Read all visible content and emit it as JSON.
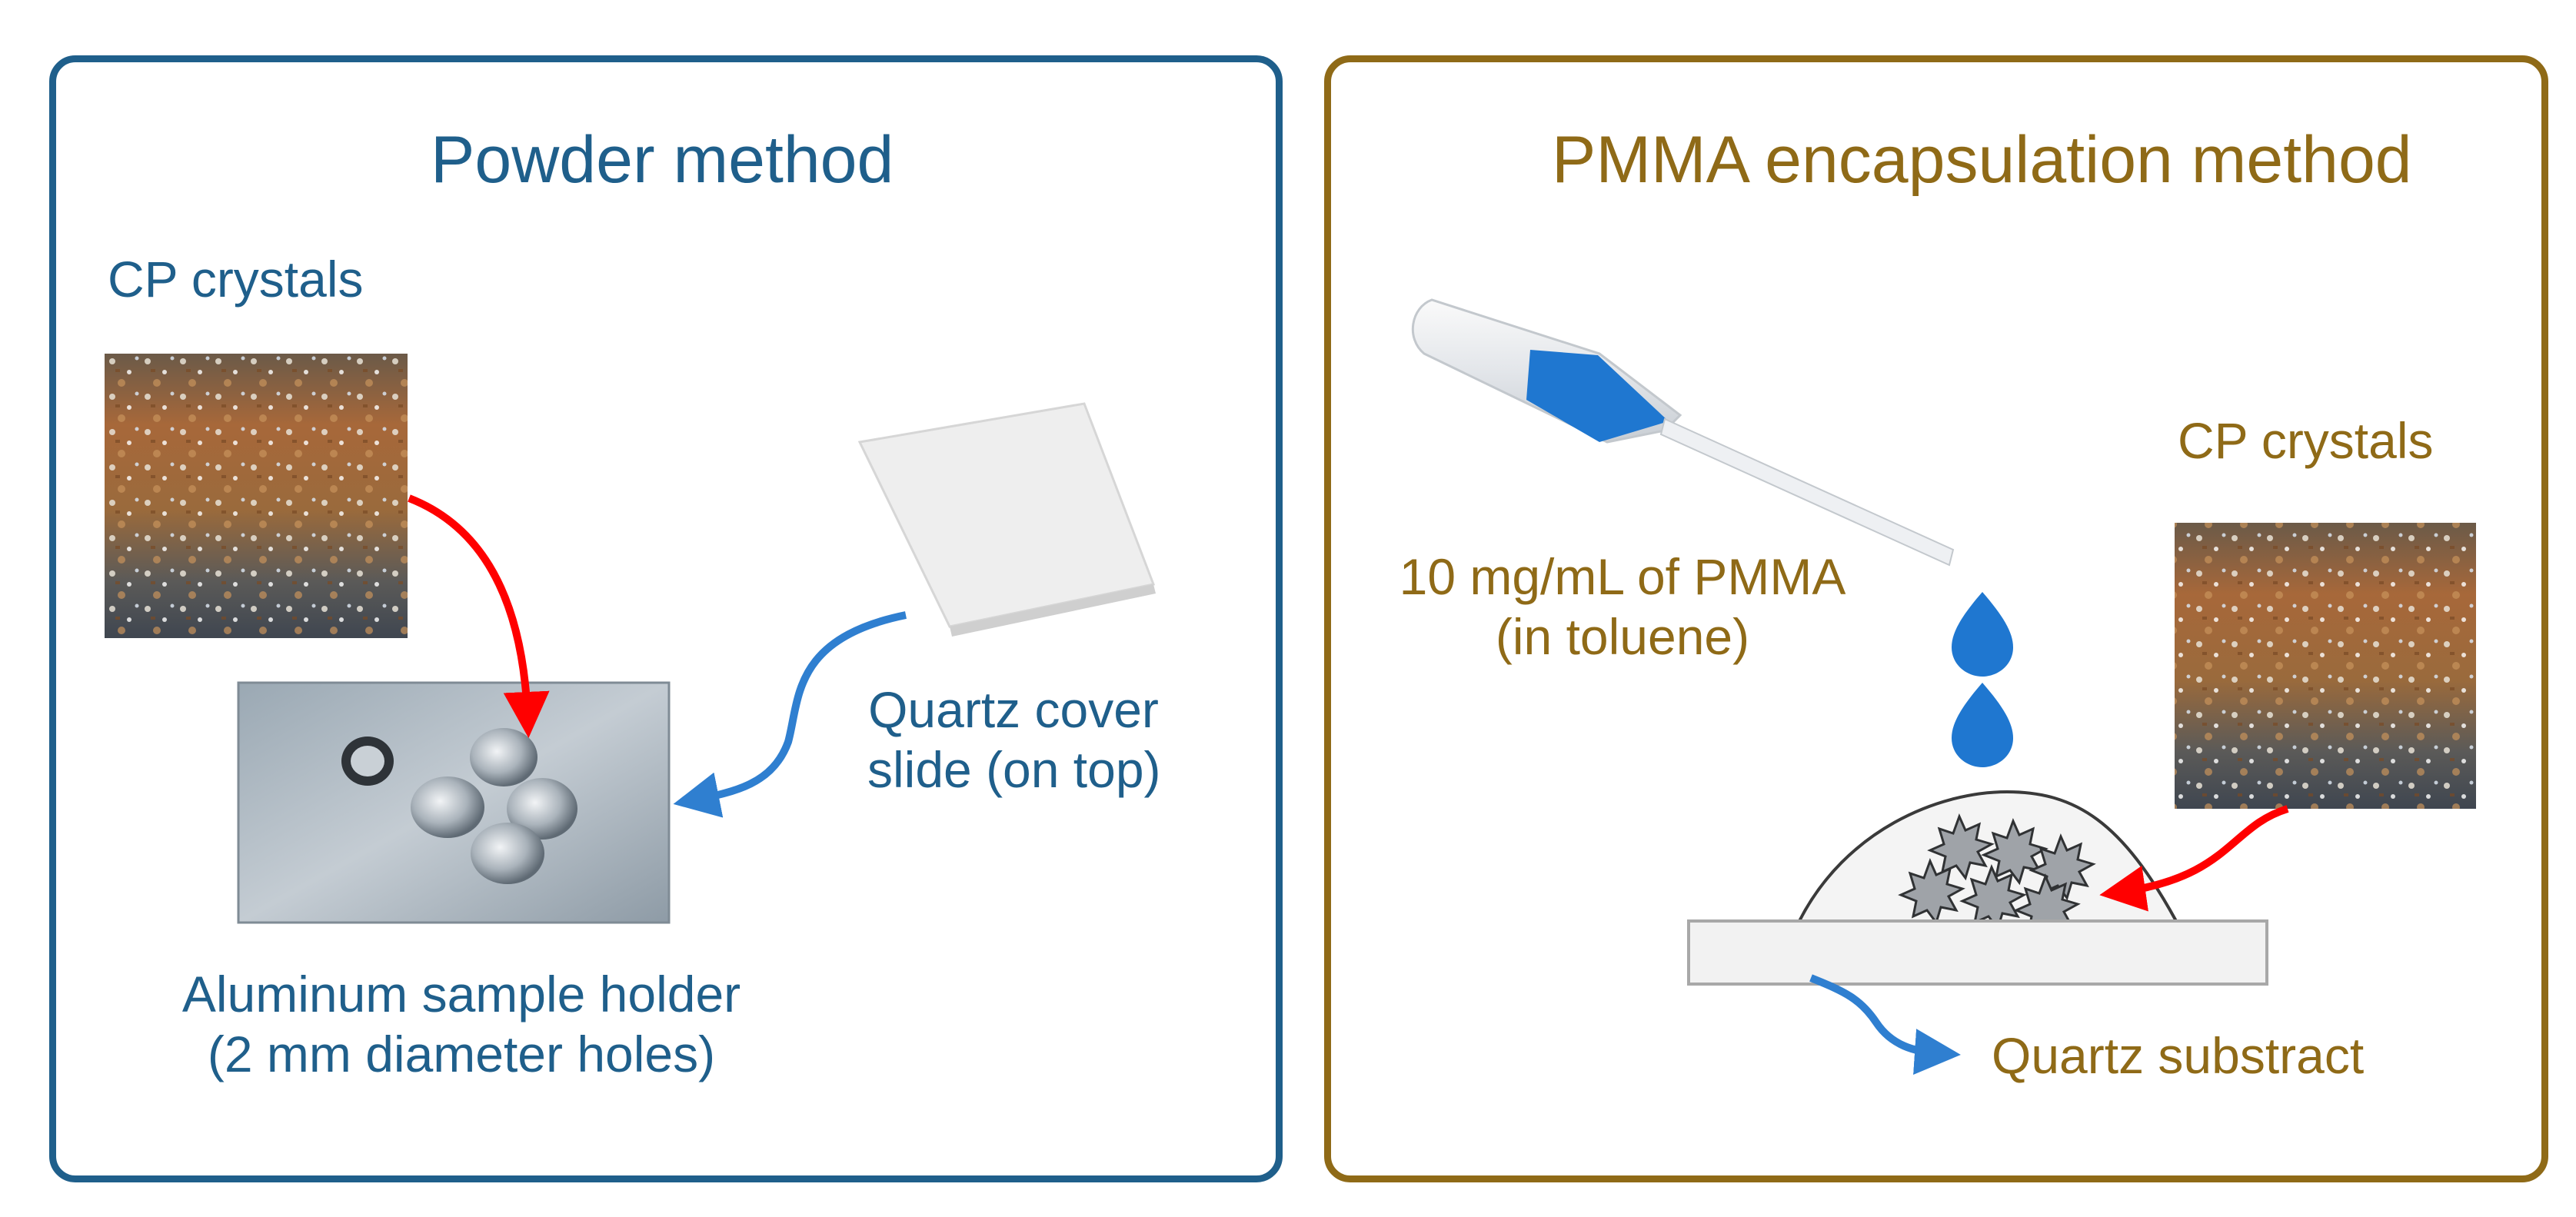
{
  "left_panel": {
    "title": "Powder method",
    "crystals_label": "CP crystals",
    "cover_label_line1": "Quartz cover",
    "cover_label_line2": "slide (on top)",
    "holder_label_line1": "Aluminum sample holder",
    "holder_label_line2": "(2 mm diameter holes)",
    "border_color": "#1f5f8b"
  },
  "right_panel": {
    "title": "PMMA encapsulation method",
    "solution_label_line1": "10 mg/mL of PMMA",
    "solution_label_line2": "(in toluene)",
    "crystals_label": "CP crystals",
    "substrate_label": "Quartz substract",
    "border_color": "#8f6a17"
  },
  "colors": {
    "red_arrow": "#ff0000",
    "blue_arrow": "#2f7fd0",
    "drop_blue": "#1f77d0"
  },
  "icons": [
    "crystal-photo",
    "quartz-slide",
    "aluminum-holder",
    "pipette-icon",
    "drop-icon",
    "crystal-star-icon"
  ]
}
